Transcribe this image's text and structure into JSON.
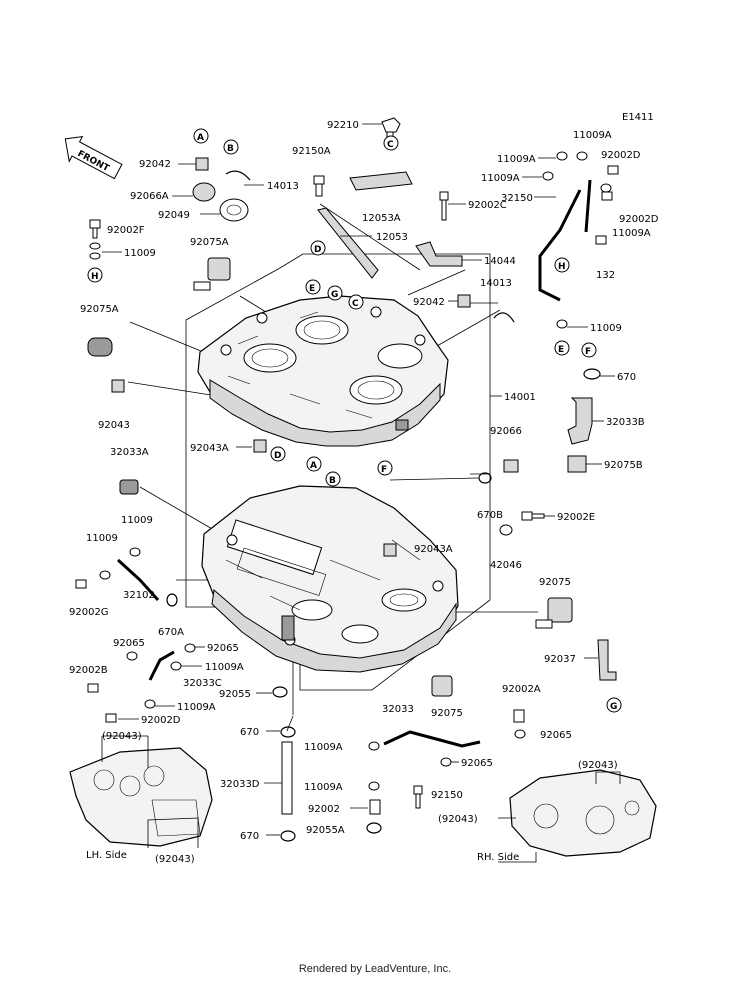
{
  "diagram_code": "E1411",
  "front_label": "FRONT",
  "footer": "Rendered by LeadVenture, Inc.",
  "side_labels": {
    "lh": "LH. Side",
    "rh": "RH. Side"
  },
  "ref_letters": [
    "A",
    "B",
    "C",
    "D",
    "E",
    "F",
    "G",
    "H"
  ],
  "parts": [
    {
      "key": "p92042",
      "text": "92042"
    },
    {
      "key": "p14013",
      "text": "14013"
    },
    {
      "key": "p92066A",
      "text": "92066A"
    },
    {
      "key": "p92049",
      "text": "92049"
    },
    {
      "key": "p92002F",
      "text": "92002F"
    },
    {
      "key": "p11009_a",
      "text": "11009"
    },
    {
      "key": "p92075A",
      "text": "92075A"
    },
    {
      "key": "p92210",
      "text": "92210"
    },
    {
      "key": "p92150A",
      "text": "92150A"
    },
    {
      "key": "p12053A",
      "text": "12053A"
    },
    {
      "key": "p12053",
      "text": "12053"
    },
    {
      "key": "p92002C",
      "text": "92002C"
    },
    {
      "key": "p14044",
      "text": "14044"
    },
    {
      "key": "p11009A_1",
      "text": "11009A"
    },
    {
      "key": "p11009A_2",
      "text": "11009A"
    },
    {
      "key": "p11009A_3",
      "text": "11009A"
    },
    {
      "key": "p92002D_1",
      "text": "92002D"
    },
    {
      "key": "p92002D_2",
      "text": "92002D"
    },
    {
      "key": "p32150",
      "text": "32150"
    },
    {
      "key": "p11009A_4",
      "text": "11009A"
    },
    {
      "key": "p132",
      "text": "132"
    },
    {
      "key": "p14013_b",
      "text": "14013"
    },
    {
      "key": "p92042_b",
      "text": "92042"
    },
    {
      "key": "p11009_b",
      "text": "11009"
    },
    {
      "key": "p670",
      "text": "670"
    },
    {
      "key": "p32033B",
      "text": "32033B"
    },
    {
      "key": "p92075B",
      "text": "92075B"
    },
    {
      "key": "p92075A_b",
      "text": "92075A"
    },
    {
      "key": "p92043",
      "text": "92043"
    },
    {
      "key": "p14001",
      "text": "14001"
    },
    {
      "key": "p92043A",
      "text": "92043A"
    },
    {
      "key": "p32033A",
      "text": "32033A"
    },
    {
      "key": "p92066",
      "text": "92066"
    },
    {
      "key": "p670B",
      "text": "670B"
    },
    {
      "key": "p92002E",
      "text": "92002E"
    },
    {
      "key": "p11009_c",
      "text": "11009"
    },
    {
      "key": "p11009_d",
      "text": "11009"
    },
    {
      "key": "p92043A_b",
      "text": "92043A"
    },
    {
      "key": "p42046",
      "text": "42046"
    },
    {
      "key": "p92002G",
      "text": "92002G"
    },
    {
      "key": "p32102",
      "text": "32102"
    },
    {
      "key": "p670A",
      "text": "670A"
    },
    {
      "key": "p92075",
      "text": "92075"
    },
    {
      "key": "p92065_a",
      "text": "92065"
    },
    {
      "key": "p92065_b",
      "text": "92065"
    },
    {
      "key": "p92002B",
      "text": "92002B"
    },
    {
      "key": "p11009A_5",
      "text": "11009A"
    },
    {
      "key": "p32033C",
      "text": "32033C"
    },
    {
      "key": "p11009A_6",
      "text": "11009A"
    },
    {
      "key": "p92037",
      "text": "92037"
    },
    {
      "key": "p92055",
      "text": "92055"
    },
    {
      "key": "p92002D_3",
      "text": "92002D"
    },
    {
      "key": "p92075_b",
      "text": "92075"
    },
    {
      "key": "p92002A",
      "text": "92002A"
    },
    {
      "key": "p32033",
      "text": "32033"
    },
    {
      "key": "p670_b",
      "text": "670"
    },
    {
      "key": "p11009A_7",
      "text": "11009A"
    },
    {
      "key": "p92065_c",
      "text": "92065"
    },
    {
      "key": "p92065_d",
      "text": "92065"
    },
    {
      "key": "p32033D",
      "text": "32033D"
    },
    {
      "key": "p11009A_8",
      "text": "11009A"
    },
    {
      "key": "p92150",
      "text": "92150"
    },
    {
      "key": "p92002",
      "text": "92002"
    },
    {
      "key": "p670_c",
      "text": "670"
    },
    {
      "key": "p92055A",
      "text": "92055A"
    },
    {
      "key": "p92043_lh1",
      "text": "(92043)"
    },
    {
      "key": "p92043_lh2",
      "text": "(92043)"
    },
    {
      "key": "p92043_rh1",
      "text": "(92043)"
    },
    {
      "key": "p92043_rh2",
      "text": "(92043)"
    }
  ]
}
